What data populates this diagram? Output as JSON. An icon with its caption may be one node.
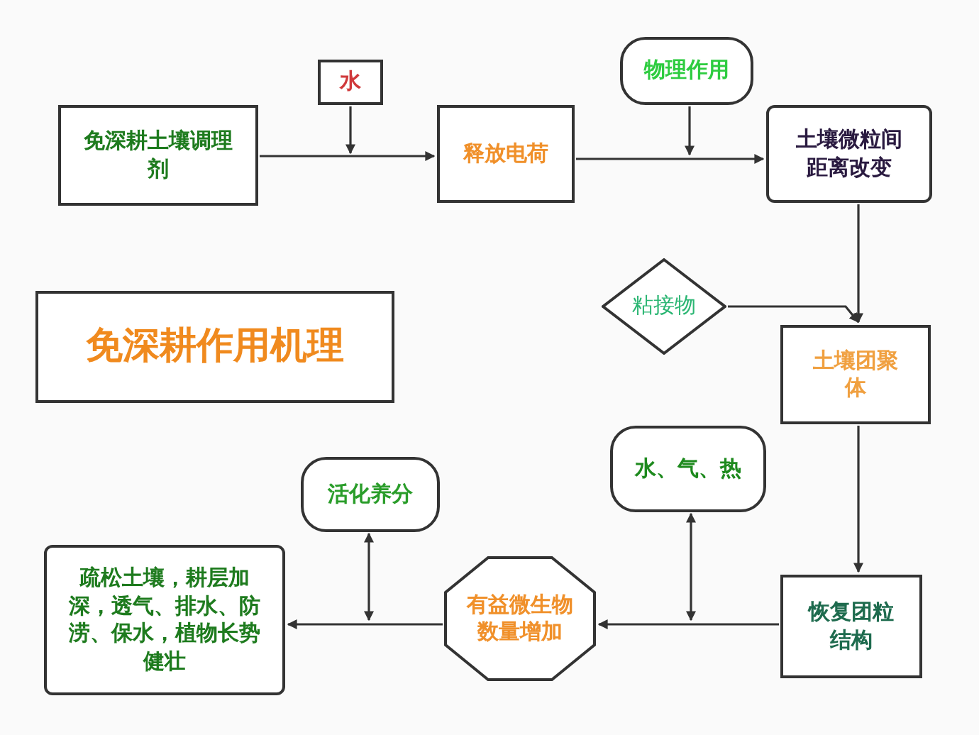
{
  "diagram": {
    "nodes": [
      {
        "text": [
          "免深耕土壤调理剂"
        ]
      },
      {
        "text": [
          "水"
        ]
      },
      {
        "text": [
          "释放电荷"
        ]
      },
      {
        "text": [
          "物理作用"
        ]
      },
      {
        "text": [
          "土壤微粒间距离改变"
        ]
      },
      {
        "text": [
          "免深耕作用机理"
        ]
      },
      {
        "text": [
          "粘接物"
        ]
      },
      {
        "text": [
          "土壤团聚体"
        ]
      },
      {
        "text": [
          "活化养分"
        ]
      },
      {
        "text": [
          "水、气、热"
        ]
      },
      {
        "text": [
          "疏松土壤，耕层加深，透气、排水、防涝、保水，植物长势健壮"
        ]
      },
      {
        "text": [
          "有益微生物数量增加"
        ]
      },
      {
        "text": [
          "恢复团粒结构"
        ]
      }
    ],
    "edges": [
      {
        "from": 0,
        "to": 2,
        "arrow": "to"
      },
      {
        "from": 1,
        "to": null,
        "arrow": "to"
      },
      {
        "from": 2,
        "to": 4,
        "arrow": "to"
      },
      {
        "from": 3,
        "to": null,
        "arrow": "to"
      },
      {
        "from": 4,
        "to": 7,
        "arrow": "to"
      },
      {
        "from": 6,
        "to": 7,
        "arrow": "to"
      },
      {
        "from": 7,
        "to": 12,
        "arrow": "to"
      },
      {
        "from": 12,
        "to": 11,
        "arrow": "to"
      },
      {
        "from": 9,
        "to": null,
        "arrow": "both"
      },
      {
        "from": 11,
        "to": 10,
        "arrow": "to"
      },
      {
        "from": 8,
        "to": null,
        "arrow": "both"
      }
    ]
  }
}
